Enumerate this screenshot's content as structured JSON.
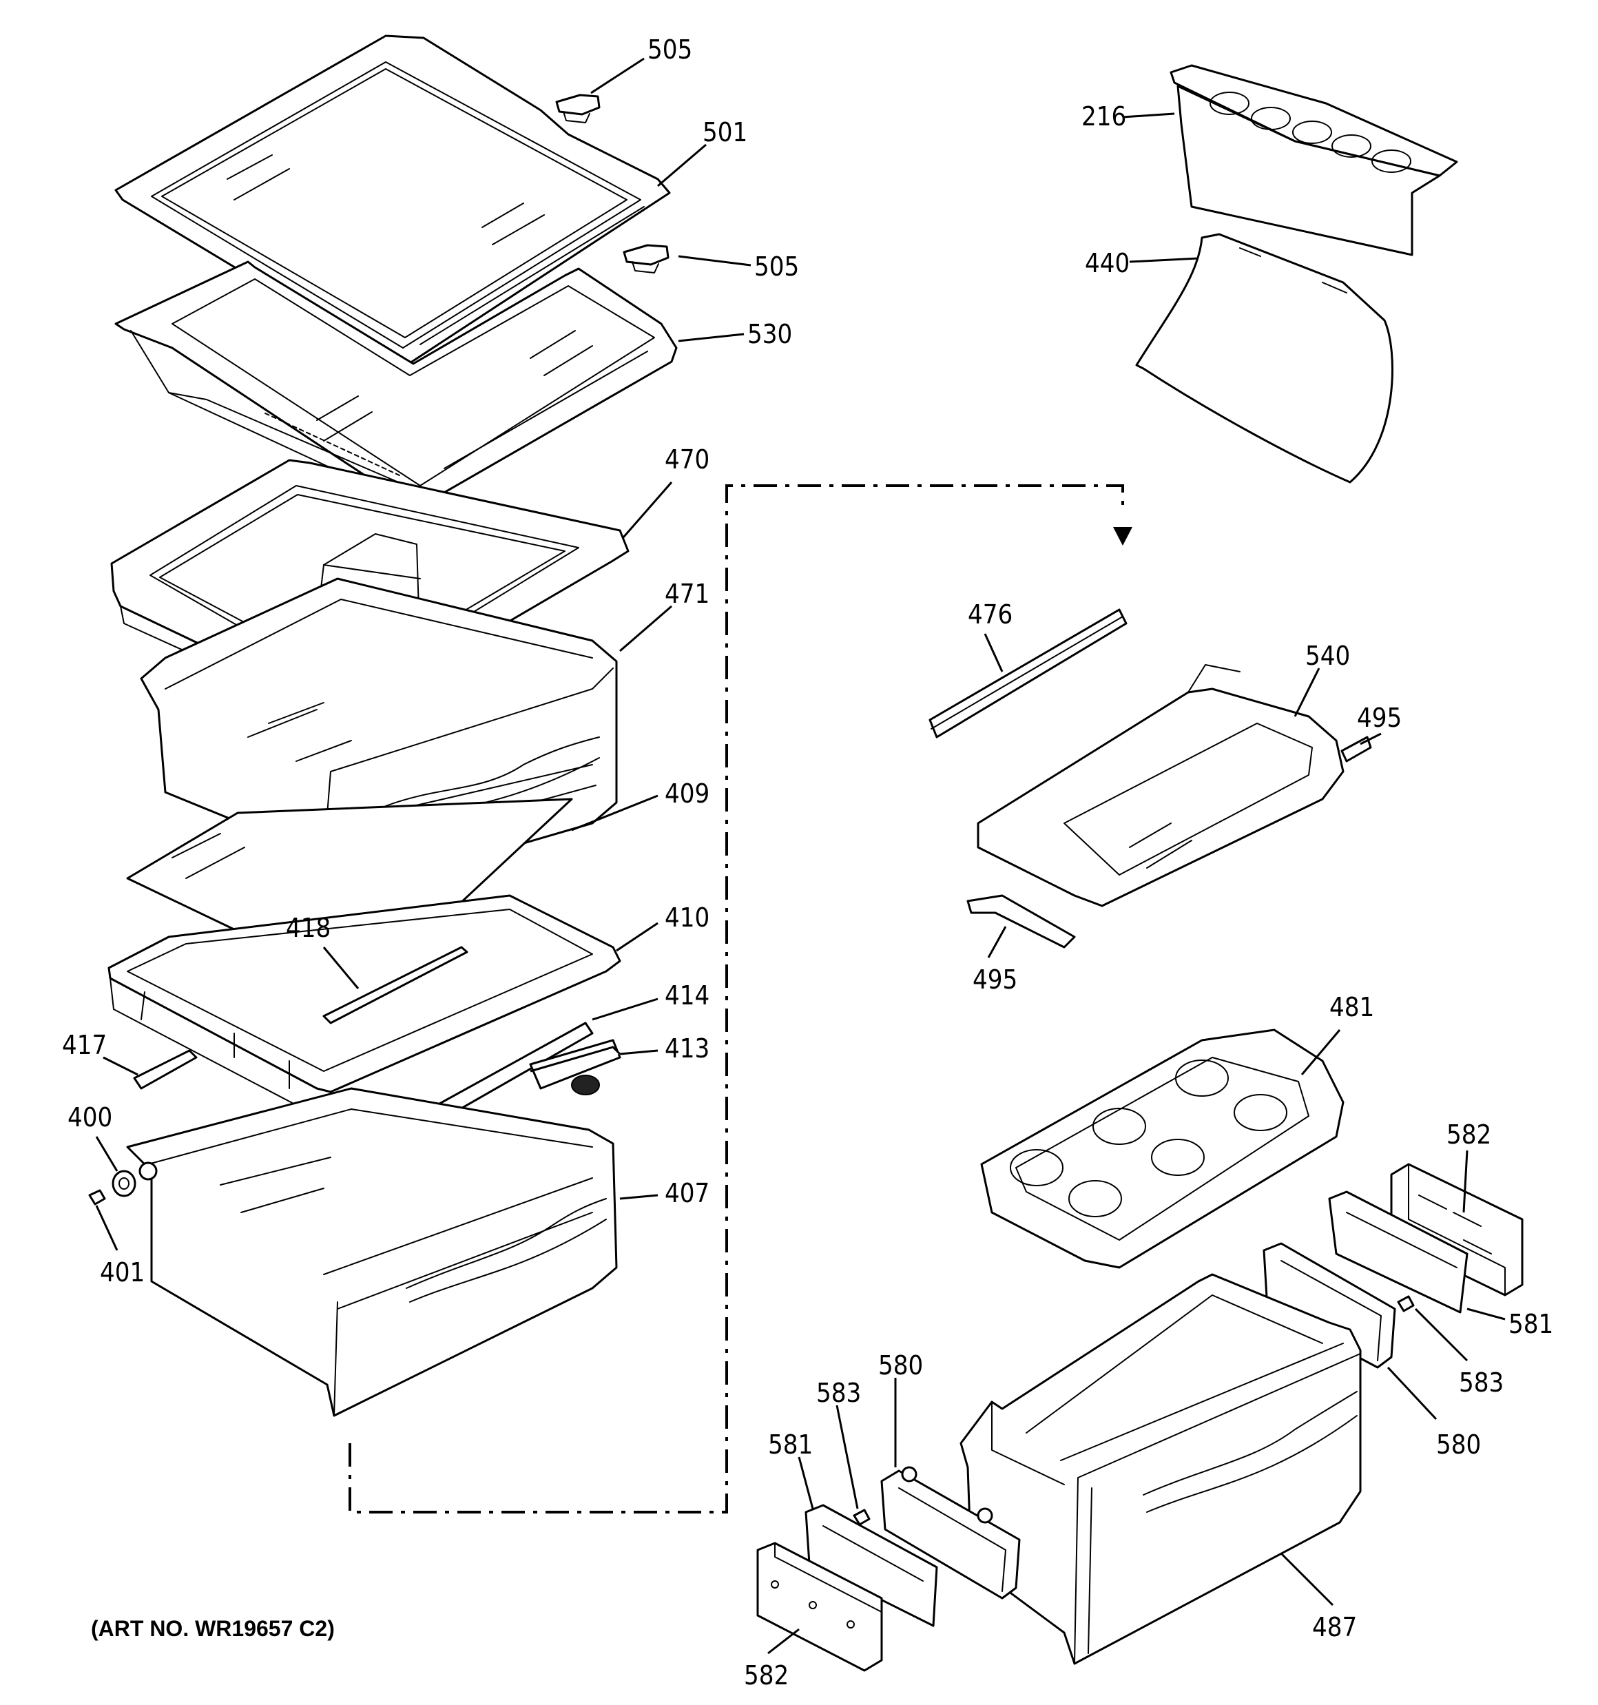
{
  "art_number": "(ART NO. WR19657 C2)",
  "callouts": [
    {
      "id": "c505a",
      "text": "505"
    },
    {
      "id": "c501",
      "text": "501"
    },
    {
      "id": "c505b",
      "text": "505"
    },
    {
      "id": "c530",
      "text": "530"
    },
    {
      "id": "c470",
      "text": "470"
    },
    {
      "id": "c471",
      "text": "471"
    },
    {
      "id": "c409",
      "text": "409"
    },
    {
      "id": "c418",
      "text": "418"
    },
    {
      "id": "c410",
      "text": "410"
    },
    {
      "id": "c414",
      "text": "414"
    },
    {
      "id": "c417",
      "text": "417"
    },
    {
      "id": "c413",
      "text": "413"
    },
    {
      "id": "c400",
      "text": "400"
    },
    {
      "id": "c407",
      "text": "407"
    },
    {
      "id": "c401",
      "text": "401"
    },
    {
      "id": "c216",
      "text": "216"
    },
    {
      "id": "c440",
      "text": "440"
    },
    {
      "id": "c476",
      "text": "476"
    },
    {
      "id": "c540",
      "text": "540"
    },
    {
      "id": "c495a",
      "text": "495"
    },
    {
      "id": "c495b",
      "text": "495"
    },
    {
      "id": "c481",
      "text": "481"
    },
    {
      "id": "c582a",
      "text": "582"
    },
    {
      "id": "c581a",
      "text": "581"
    },
    {
      "id": "c583a",
      "text": "583"
    },
    {
      "id": "c580a",
      "text": "580"
    },
    {
      "id": "c580b",
      "text": "580"
    },
    {
      "id": "c583b",
      "text": "583"
    },
    {
      "id": "c581b",
      "text": "581"
    },
    {
      "id": "c487",
      "text": "487"
    },
    {
      "id": "c582b",
      "text": "582"
    }
  ]
}
